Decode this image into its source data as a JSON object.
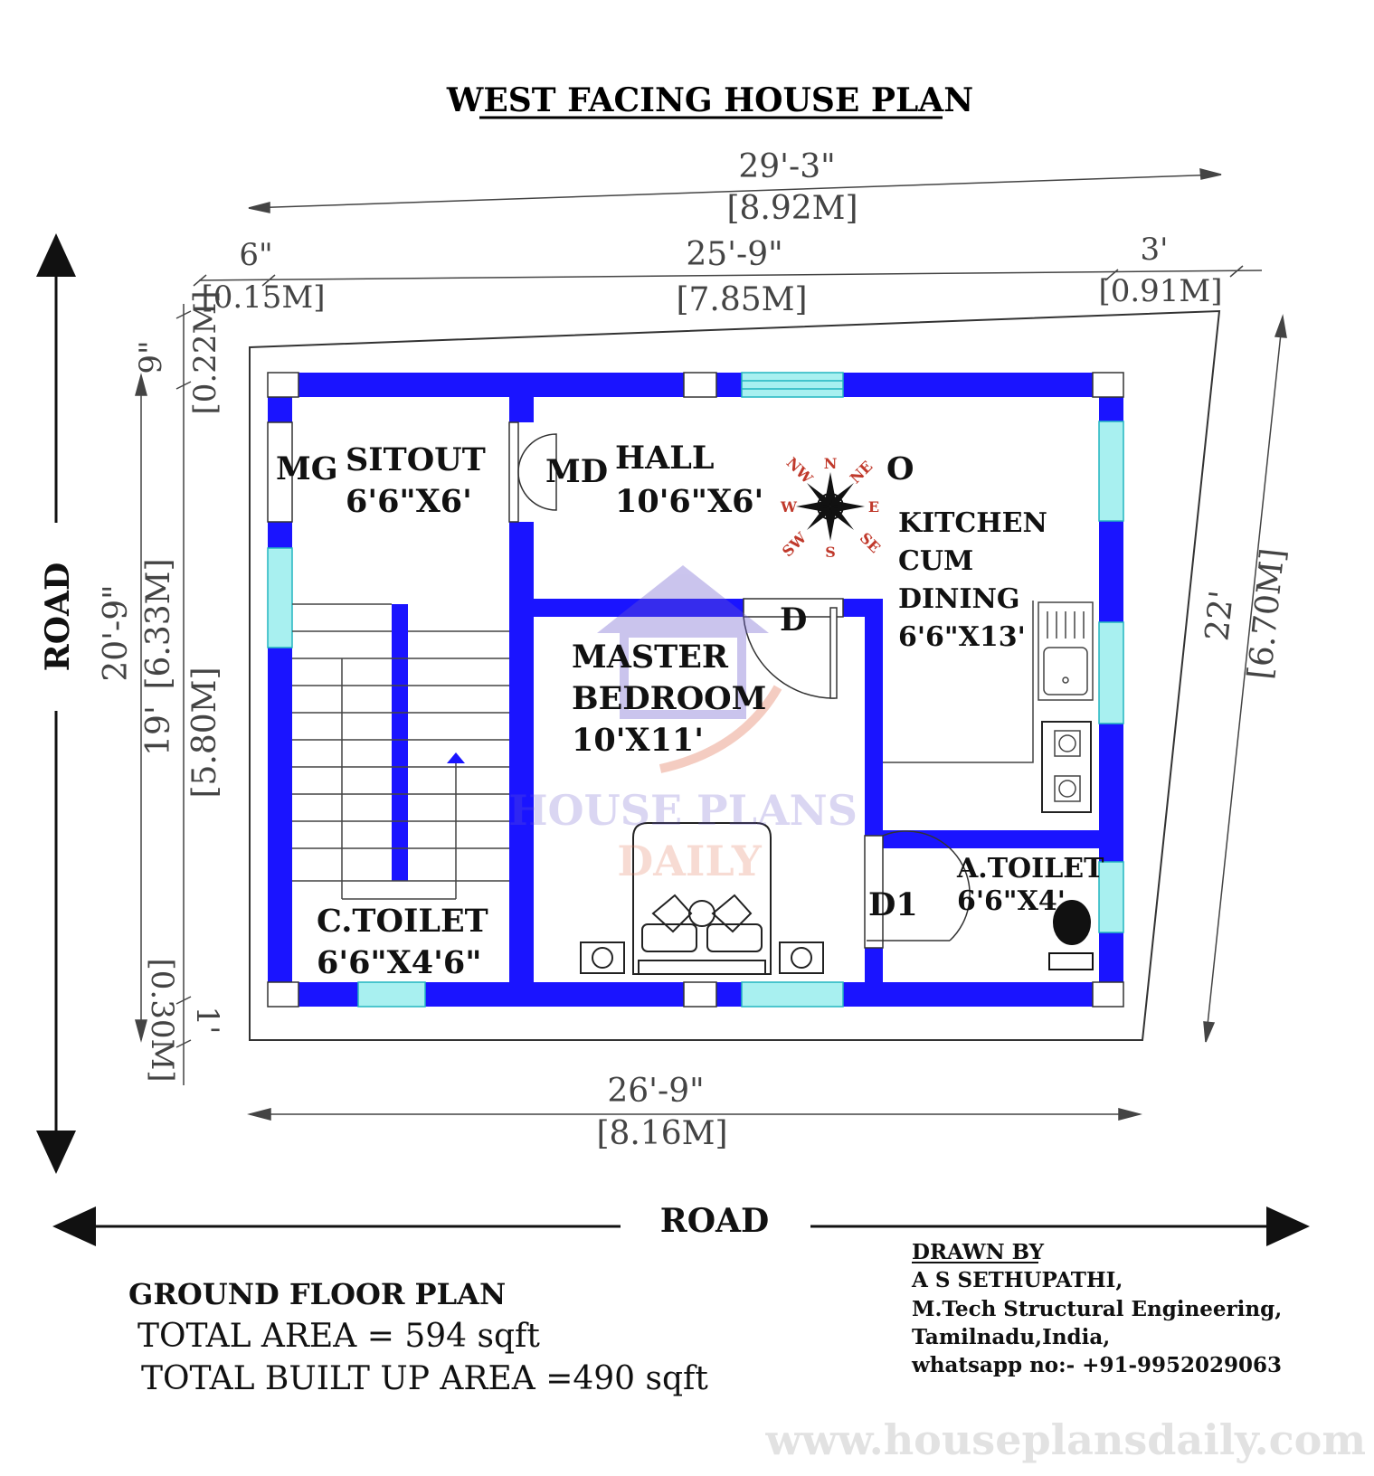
{
  "title": "WEST FACING HOUSE PLAN",
  "dimensions": {
    "overall_top": "29'-3\"",
    "overall_top_m": "[8.92M]",
    "top_left": "6\"",
    "top_left_m": "[0.15M]",
    "top_mid": "25'-9\"",
    "top_mid_m": "[7.85M]",
    "top_right": "3'",
    "top_right_m": "[0.91M]",
    "bottom": "26'-9\"",
    "bottom_m": "[8.16M]",
    "right": "22'",
    "right_m": "[6.70M]",
    "left_overall": "20'-9\"",
    "left_overall_m": "[6.33M]",
    "left_top": "9\"",
    "left_top_m": "[0.22M]",
    "left_mid": "19'",
    "left_mid_m": "[5.80M]",
    "left_bottom": "1'",
    "left_bottom_m": "[0.30M]"
  },
  "rooms": {
    "mg": "MG",
    "sitout": "SITOUT",
    "sitout_size": "6'6\"X6'",
    "md": "MD",
    "hall": "HALL",
    "hall_size": "10'6\"X6'",
    "o": "O",
    "kitchen1": "KITCHEN",
    "kitchen2": "CUM",
    "kitchen3": "DINING",
    "kitchen_size": "6'6\"X13'",
    "d": "D",
    "master1": "MASTER",
    "master2": "BEDROOM",
    "master_size": "10'X11'",
    "ctoilet": "C.TOILET",
    "ctoilet_size": "6'6\"X4'6\"",
    "atoilet": "A.TOILET",
    "atoilet_size": "6'6\"X4'",
    "d1": "D1"
  },
  "compass": {
    "n": "N",
    "ne": "NE",
    "e": "E",
    "se": "SE",
    "s": "S",
    "sw": "SW",
    "w": "W",
    "nw": "NW"
  },
  "roads": {
    "left": "ROAD",
    "bottom": "ROAD"
  },
  "info": {
    "heading": "GROUND FLOOR PLAN",
    "total_area": "TOTAL AREA = 594 sqft",
    "built_up": "TOTAL BUILT UP AREA =490 sqft"
  },
  "credit": {
    "label": "DRAWN BY",
    "name": "A S SETHUPATHI,",
    "degree": "M.Tech Structural Engineering,",
    "place": "Tamilnadu,India,",
    "phone": "whatsapp no:- +91-9952029063"
  },
  "watermark": {
    "line1": "HOUSE PLANS",
    "line2": "DAILY",
    "url": "www.houseplansdaily.com"
  },
  "colors": {
    "wall": "#1a14ff",
    "window": "#a8f0f0",
    "dim_line": "#444444",
    "watermark": "#6a5acd",
    "compass": "#c0392b"
  }
}
